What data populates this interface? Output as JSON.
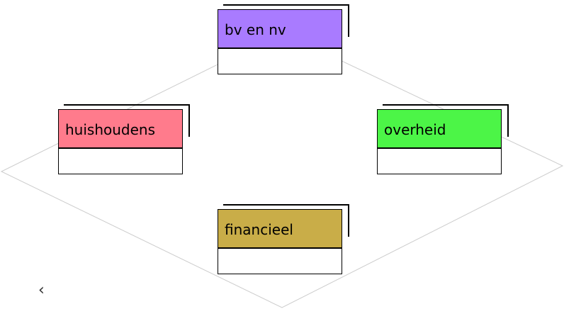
{
  "diagram": {
    "nodes": [
      {
        "id": "bv-en-nv",
        "label": "bv en nv",
        "color": "#a97bff"
      },
      {
        "id": "huishoudens",
        "label": "huishoudens",
        "color": "#ff7b8c"
      },
      {
        "id": "overheid",
        "label": "overheid",
        "color": "#4cf547"
      },
      {
        "id": "financieel",
        "label": "financieel",
        "color": "#c9ad48"
      }
    ],
    "outline_color": "#cccccc"
  },
  "nav": {
    "back_icon": "chevron-left-icon",
    "back_glyph": "‹"
  }
}
